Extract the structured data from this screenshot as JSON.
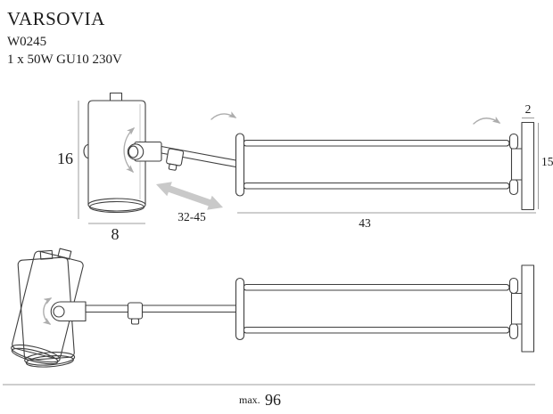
{
  "header": {
    "title": "VARSOVIA",
    "model": "W0245",
    "spec": "1 x 50W GU10 230V"
  },
  "dimensions": {
    "head_height": "16",
    "head_diameter": "8",
    "arm_extension_range": "32-45",
    "rail_length": "43",
    "wall_plate_depth": "2",
    "wall_plate_height": "15",
    "max_width_prefix": "max.",
    "max_width_value": "96"
  },
  "colors": {
    "line": "#3f3f3f",
    "dimension_line": "#9c9c9c",
    "rotation_arrow": "#adadad",
    "extension_arrow": "#c9c9c9",
    "text": "#1c1c1c",
    "background": "#ffffff"
  },
  "icons": {
    "tilt_arrow": "curved-double-headed-arc-arrow",
    "swivel_arrow": "curved-swivel-arrow",
    "extension_arrow": "gray-double-headed-arrow"
  }
}
